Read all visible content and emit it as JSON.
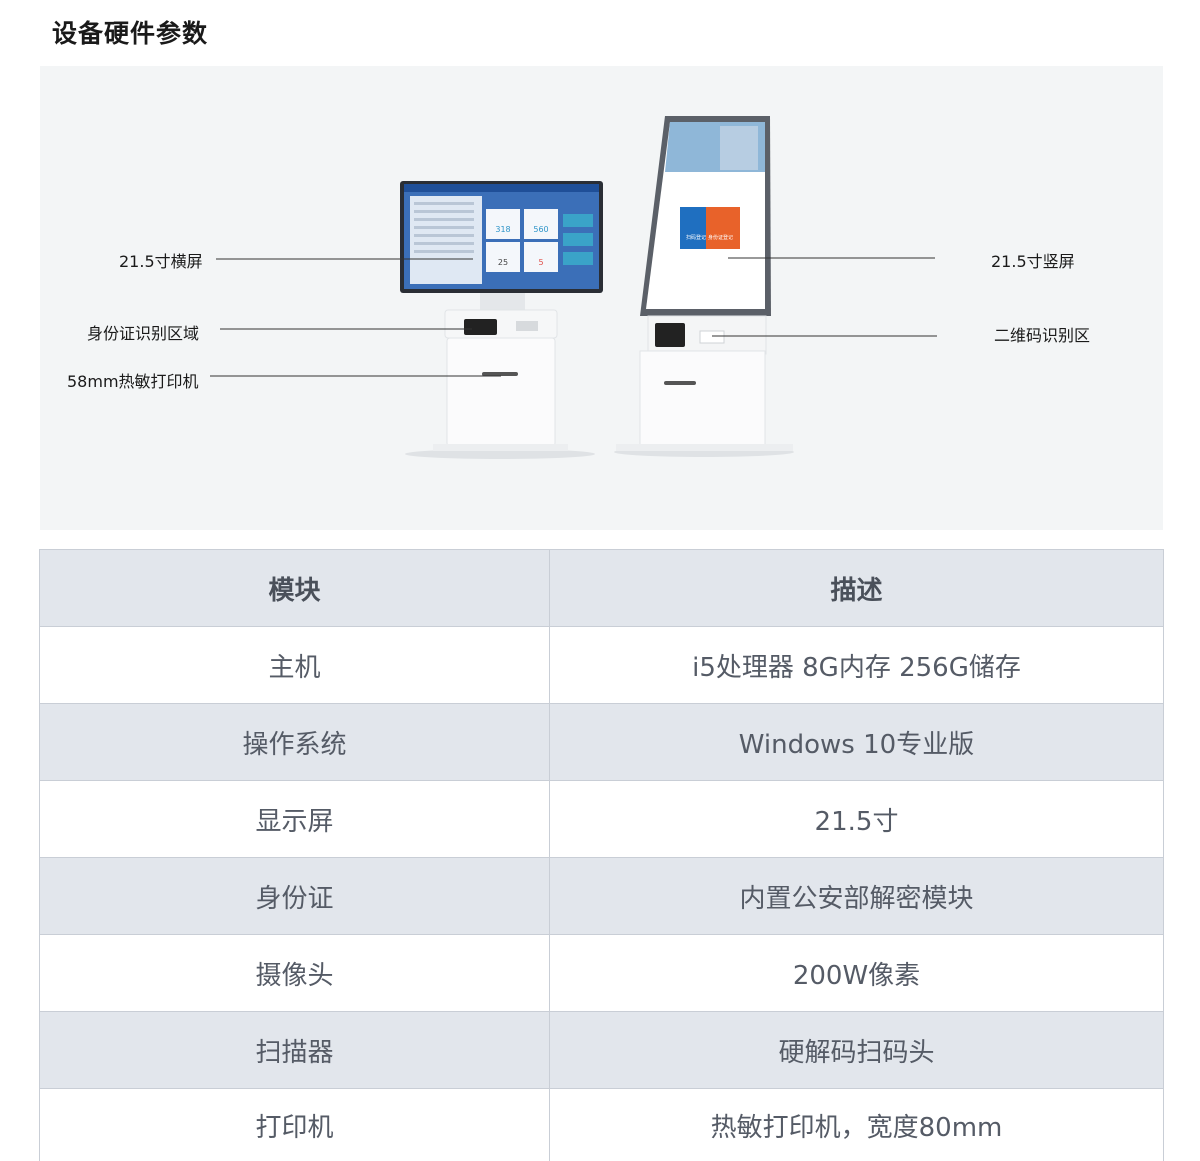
{
  "page_title": "设备硬件参数",
  "callouts": {
    "left_screen": "21.5寸横屏",
    "left_id": "身份证识别区域",
    "left_printer": "58mm热敏打印机",
    "right_screen": "21.5寸竖屏",
    "right_qr": "二维码识别区"
  },
  "kiosk_left_screen": {
    "tiles": [
      "318",
      "560",
      "25",
      "5"
    ]
  },
  "kiosk_right_screen": {
    "btn_blue": "扫码登记",
    "btn_orange": "身份证登记"
  },
  "table": {
    "headers": [
      "模块",
      "描述"
    ],
    "rows": [
      {
        "module": "主机",
        "desc": "i5处理器 8G内存 256G储存"
      },
      {
        "module": "操作系统",
        "desc": "Windows 10专业版"
      },
      {
        "module": "显示屏",
        "desc": "21.5寸"
      },
      {
        "module": "身份证",
        "desc": "内置公安部解密模块"
      },
      {
        "module": "摄像头",
        "desc": "200W像素"
      },
      {
        "module": "扫描器",
        "desc": "硬解码扫码头"
      },
      {
        "module": "打印机",
        "desc": "热敏打印机，宽度80mm"
      }
    ]
  }
}
